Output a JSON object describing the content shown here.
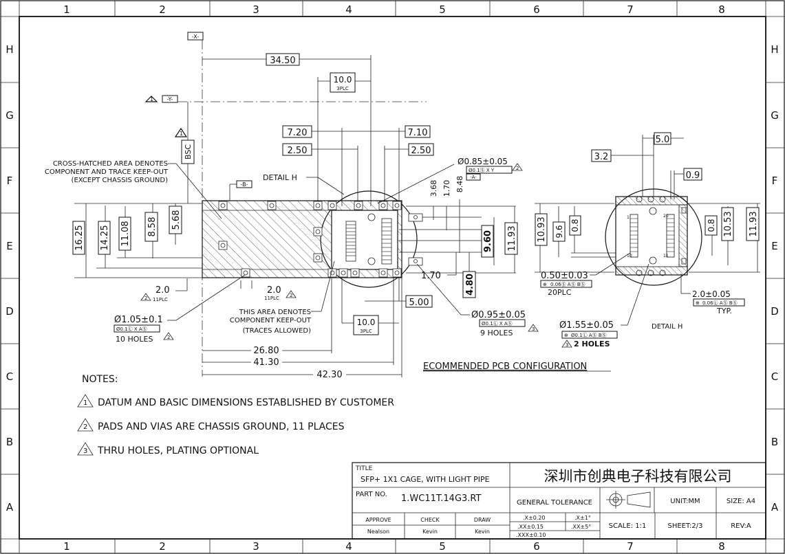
{
  "frame": {
    "col_labels": [
      "1",
      "2",
      "3",
      "4",
      "5",
      "6",
      "7",
      "8"
    ],
    "row_labels": [
      "H",
      "G",
      "F",
      "E",
      "D",
      "C",
      "B",
      "A"
    ]
  },
  "datums": {
    "x": "-X-",
    "y": "-Y-",
    "b": "-B-",
    "a": "-A-"
  },
  "left_view": {
    "dims": {
      "d34_50": "34.50",
      "d10_0_top": "10.0",
      "d10_0_top_sub": "3PLC",
      "d7_20": "7.20",
      "d7_10": "7.10",
      "d2_50_left": "2.50",
      "d2_50_right": "2.50",
      "bsc": "BSC",
      "d16_25": "16.25",
      "d14_25": "14.25",
      "d11_08": "11.08",
      "d8_58": "8.58",
      "d5_68": "5.68",
      "d3_68": "3.68",
      "d1_70_v": "1.70",
      "d8_48": "8.48",
      "d9_60": "9.60",
      "d11_93": "11.93",
      "d1_70_h": "1.70",
      "d4_80": "4.80",
      "d5_00": "5.00",
      "d10_0_bot": "10.0",
      "d10_0_bot_sub": "3PLC",
      "d26_80": "26.80",
      "d41_30": "41.30",
      "d42_30": "42.30",
      "d2_0_a": "2.0",
      "d2_0_a_sub": "11PLC",
      "d2_0_b": "2.0",
      "d2_0_b_sub": "11PLC"
    },
    "holes": {
      "h085": "Ø0.85±0.05",
      "h085_fcf": "Ø0.1Ⓢ X Y",
      "h105": "Ø1.05±0.1",
      "h105_fcf": "Ø0.1Ⓛ X AⓈ",
      "h105_count": "10 HOLES",
      "h095": "Ø0.95±0.05",
      "h095_fcf": "Ø0.1Ⓛ X AⓈ",
      "h095_count": "9 HOLES"
    },
    "callouts": {
      "hatch_note_1": "CROSS-HATCHED AREA DENOTES",
      "hatch_note_2": "COMPONENT AND TRACE KEEP-OUT",
      "hatch_note_3": "(EXCEPT CHASSIS GROUND)",
      "detail_h": "DETAIL  H",
      "keepout_1": "THIS AREA DENOTES",
      "keepout_2": "COMPONENT KEEP-OUT",
      "keepout_3": "(TRACES ALLOWED)"
    }
  },
  "right_view": {
    "dims": {
      "d5_0": "5.0",
      "d3_2": "3.2",
      "d0_9": "0.9",
      "d10_93": "10.93",
      "d9_6": "9.6",
      "d0_8_l": "0.8",
      "d0_8_r": "0.8",
      "d10_53": "10.53",
      "d11_93": "11.93",
      "d0_50": "0.50±0.03",
      "d0_50_fcf": "0.06Ⓢ AⓈ BⓈ",
      "d0_50_count": "20PLC",
      "d2_0": "2.0±0.05",
      "d2_0_fcf": "0.06Ⓛ AⓈ BⓈ",
      "d2_0_typ": "TYP.",
      "h155": "Ø1.55±0.05",
      "h155_fcf": "Ø0.1Ⓛ AⓈ BⓈ",
      "h155_count": "2  HOLES",
      "pin1": "1",
      "pin10": "10",
      "pin11": "11",
      "pin20": "20"
    },
    "label": "DETAIL  H",
    "title": "ECOMMENDED  PCB  CONFIGURATION"
  },
  "notes": {
    "heading": "NOTES:",
    "items": [
      {
        "num": "1",
        "text": "DATUM  AND  BASIC  DIMENSIONS  ESTABLISHED  BY  CUSTOMER"
      },
      {
        "num": "2",
        "text": "PADS  AND  VIAS  ARE  CHASSIS  GROUND,  11  PLACES"
      },
      {
        "num": "3",
        "text": "THRU  HOLES,  PLATING  OPTIONAL"
      }
    ]
  },
  "title_block": {
    "title_label": "TITLE",
    "title": "SFP+  1X1  CAGE,  WITH  LIGHT  PIPE",
    "company": "深圳市创典电子科技有限公司",
    "part_no_label": "PART  NO.",
    "part_no": "1.WC11T.14G3.RT",
    "general_tolerance": "GENERAL  TOLERANCE",
    "unit": "UNIT:MM",
    "size": "SIZE:  A4",
    "approve_label": "APPROVE",
    "check_label": "CHECK",
    "draw_label": "DRAW",
    "approve": "Nealson",
    "check": "Kevin",
    "draw": "Kevin",
    "tol_x": ".X±0.20",
    "tol_xx": ".XX±0.15",
    "tol_xxx": ".XXX±0.10",
    "ang_x": ".X±1°",
    "ang_xx": ".XX±5°",
    "scale": "SCALE:  1:1",
    "sheet": "SHEET:2/3",
    "rev": "REV:A"
  }
}
